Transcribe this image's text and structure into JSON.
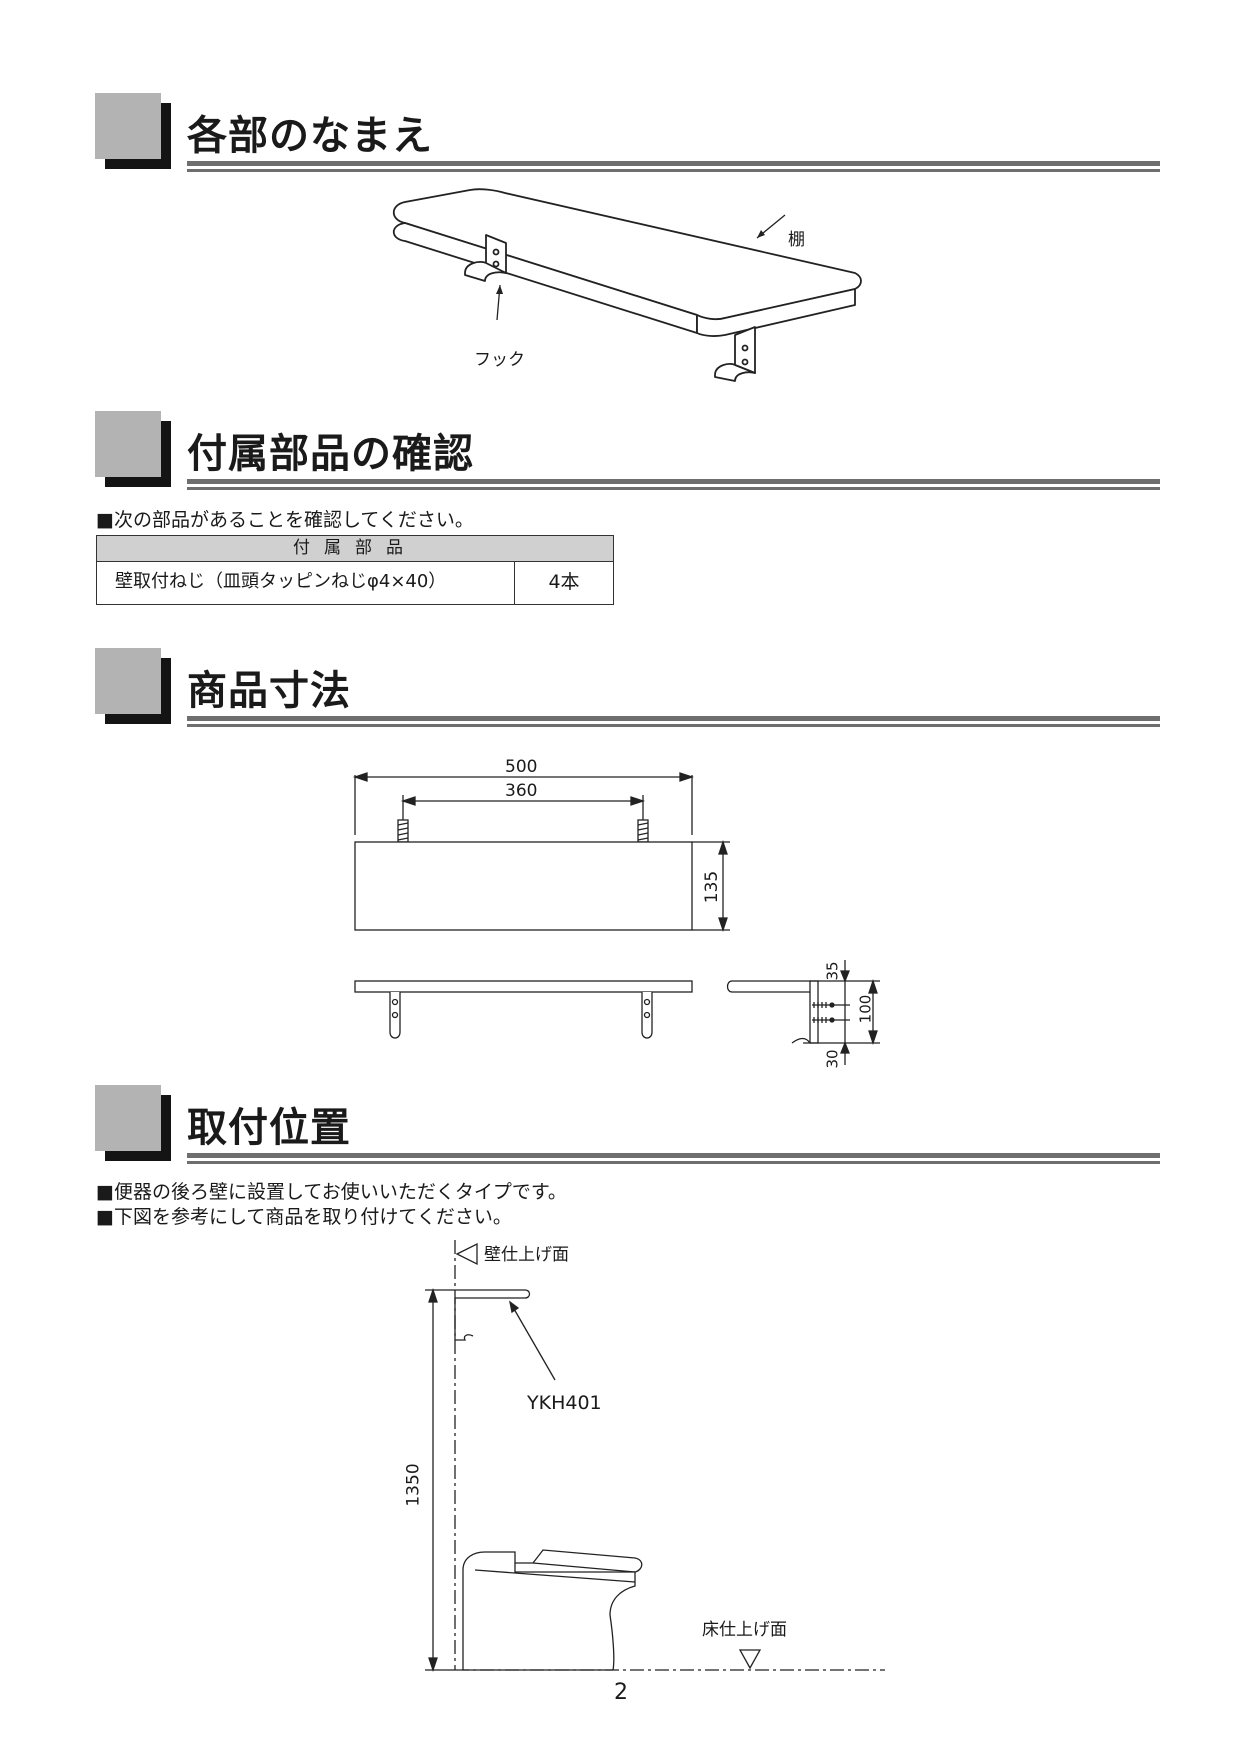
{
  "sections": {
    "names": {
      "title": "各部のなまえ",
      "label_shelf": "棚",
      "label_hook": "フック"
    },
    "accessories": {
      "title": "付属部品の確認",
      "note": "■次の部品があることを確認してください。",
      "table_header": "付属部品",
      "rows": [
        {
          "name": "壁取付ねじ（皿頭タッピンねじφ4×40）",
          "qty": "4本"
        }
      ]
    },
    "dimensions": {
      "title": "商品寸法",
      "dim_500": "500",
      "dim_360": "360",
      "dim_135": "135",
      "dim_35": "35",
      "dim_100": "100",
      "dim_30": "30"
    },
    "position": {
      "title": "取付位置",
      "note1": "■便器の後ろ壁に設置してお使いいただくタイプです。",
      "note2": "■下図を参考にして商品を取り付けてください。",
      "label_wall": "壁仕上げ面",
      "label_model": "YKH401",
      "dim_1350": "1350",
      "label_floor": "床仕上げ面"
    }
  },
  "page_number": "2"
}
